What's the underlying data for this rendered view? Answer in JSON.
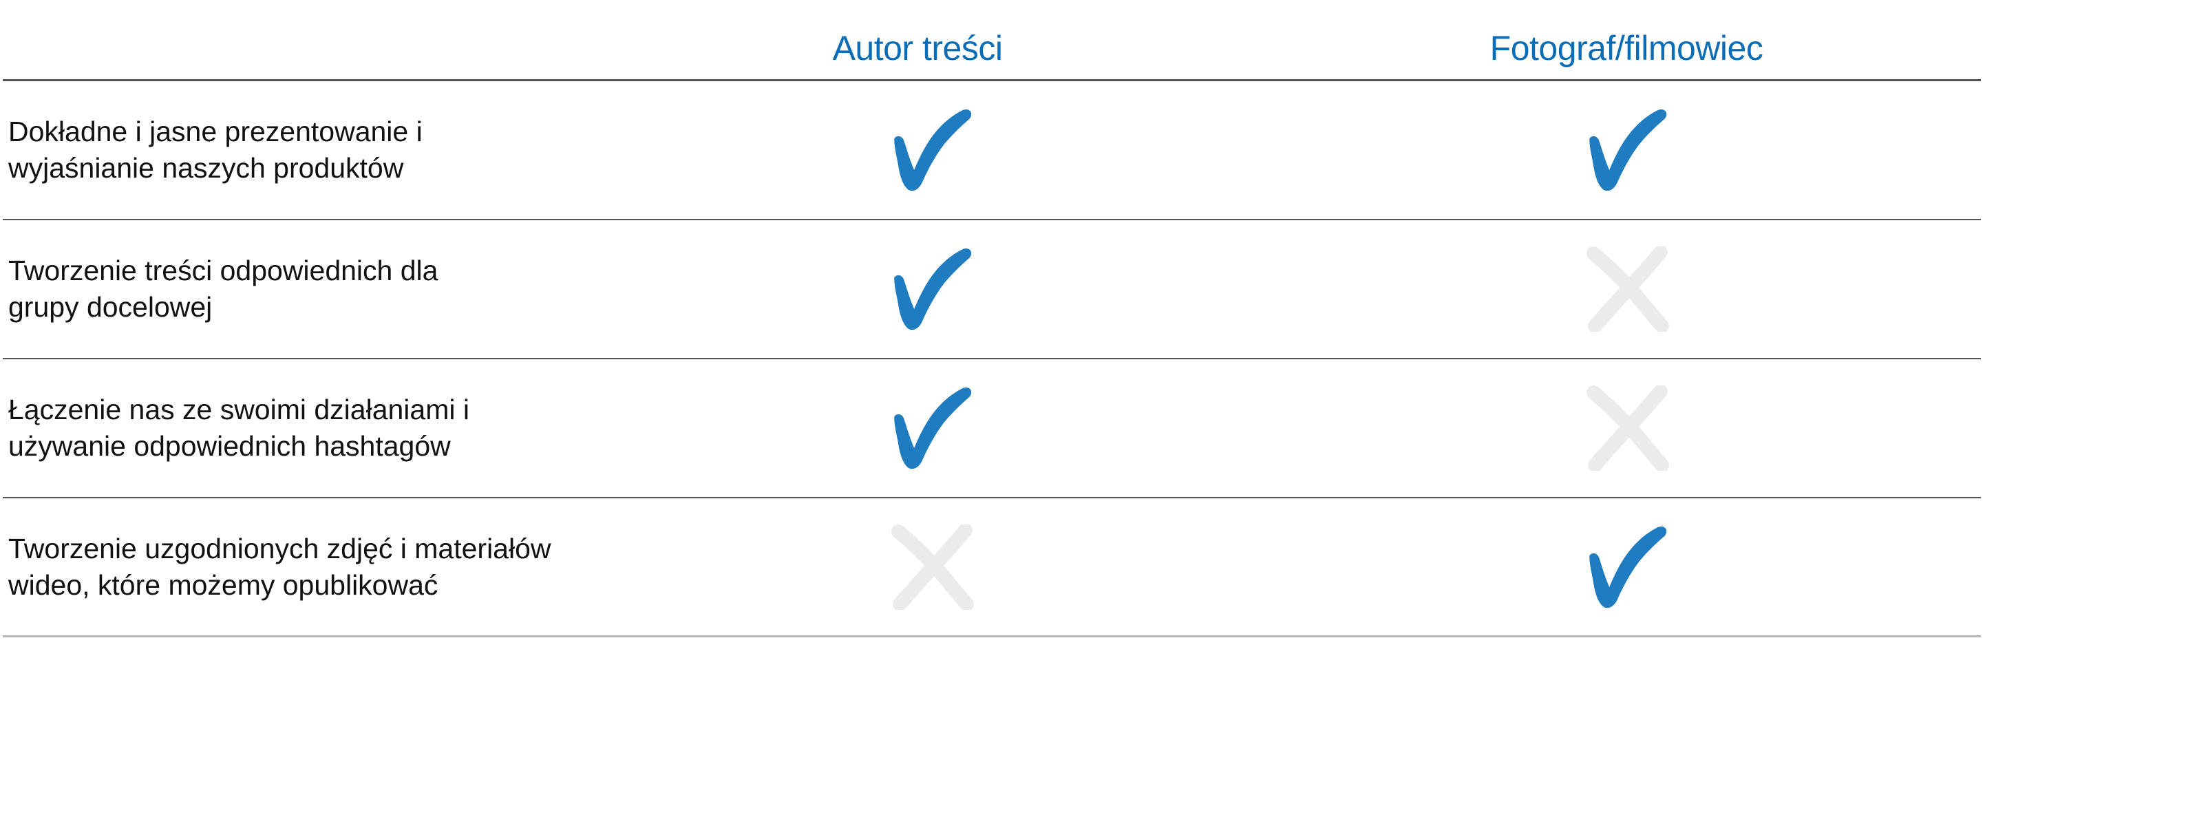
{
  "colors": {
    "header_text": "#0b6db6",
    "check": "#1f7cc0",
    "cross": "#ebebeb",
    "divider": "#555555",
    "divider_last": "#b5b5b5",
    "body_text": "#111111"
  },
  "columns": [
    {
      "label": "Autor treści"
    },
    {
      "label": "Fotograf/filmowiec"
    }
  ],
  "rows": [
    {
      "label_lines": [
        "Dokładne i jasne prezentowanie i",
        "wyjaśnianie naszych produktów"
      ],
      "marks": [
        "check-icon",
        "check-icon"
      ]
    },
    {
      "label_lines": [
        "Tworzenie treści odpowiednich dla",
        "grupy docelowej"
      ],
      "marks": [
        "check-icon",
        "cross-icon"
      ]
    },
    {
      "label_lines": [
        "Łączenie nas ze swoimi działaniami i",
        "używanie odpowiednich hashtagów"
      ],
      "marks": [
        "check-icon",
        "cross-icon"
      ]
    },
    {
      "label_lines": [
        "Tworzenie uzgodnionych zdjęć i materiałów",
        "wideo, które możemy opublikować"
      ],
      "marks": [
        "cross-icon",
        "check-icon"
      ]
    }
  ]
}
